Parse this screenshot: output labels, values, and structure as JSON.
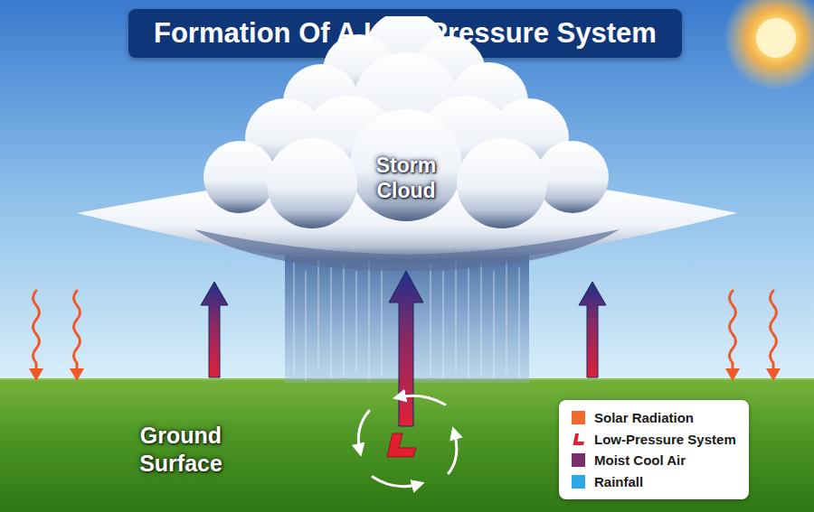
{
  "diagram": {
    "title": "Formation Of A Low-Pressure System",
    "nodes": [
      {
        "text": [
          "Storm Cloud"
        ]
      }
    ],
    "labels": [
      "Ground Surface"
    ],
    "legend": [
      {
        "text": "Solar Radiation",
        "color": "#f26a2e"
      },
      {
        "text": "Low-Pressure System"
      },
      {
        "text": "Moist Cool Air",
        "color": "#7a2f6c"
      },
      {
        "text": "Rainfall",
        "color": "#2aa9e6"
      }
    ]
  }
}
